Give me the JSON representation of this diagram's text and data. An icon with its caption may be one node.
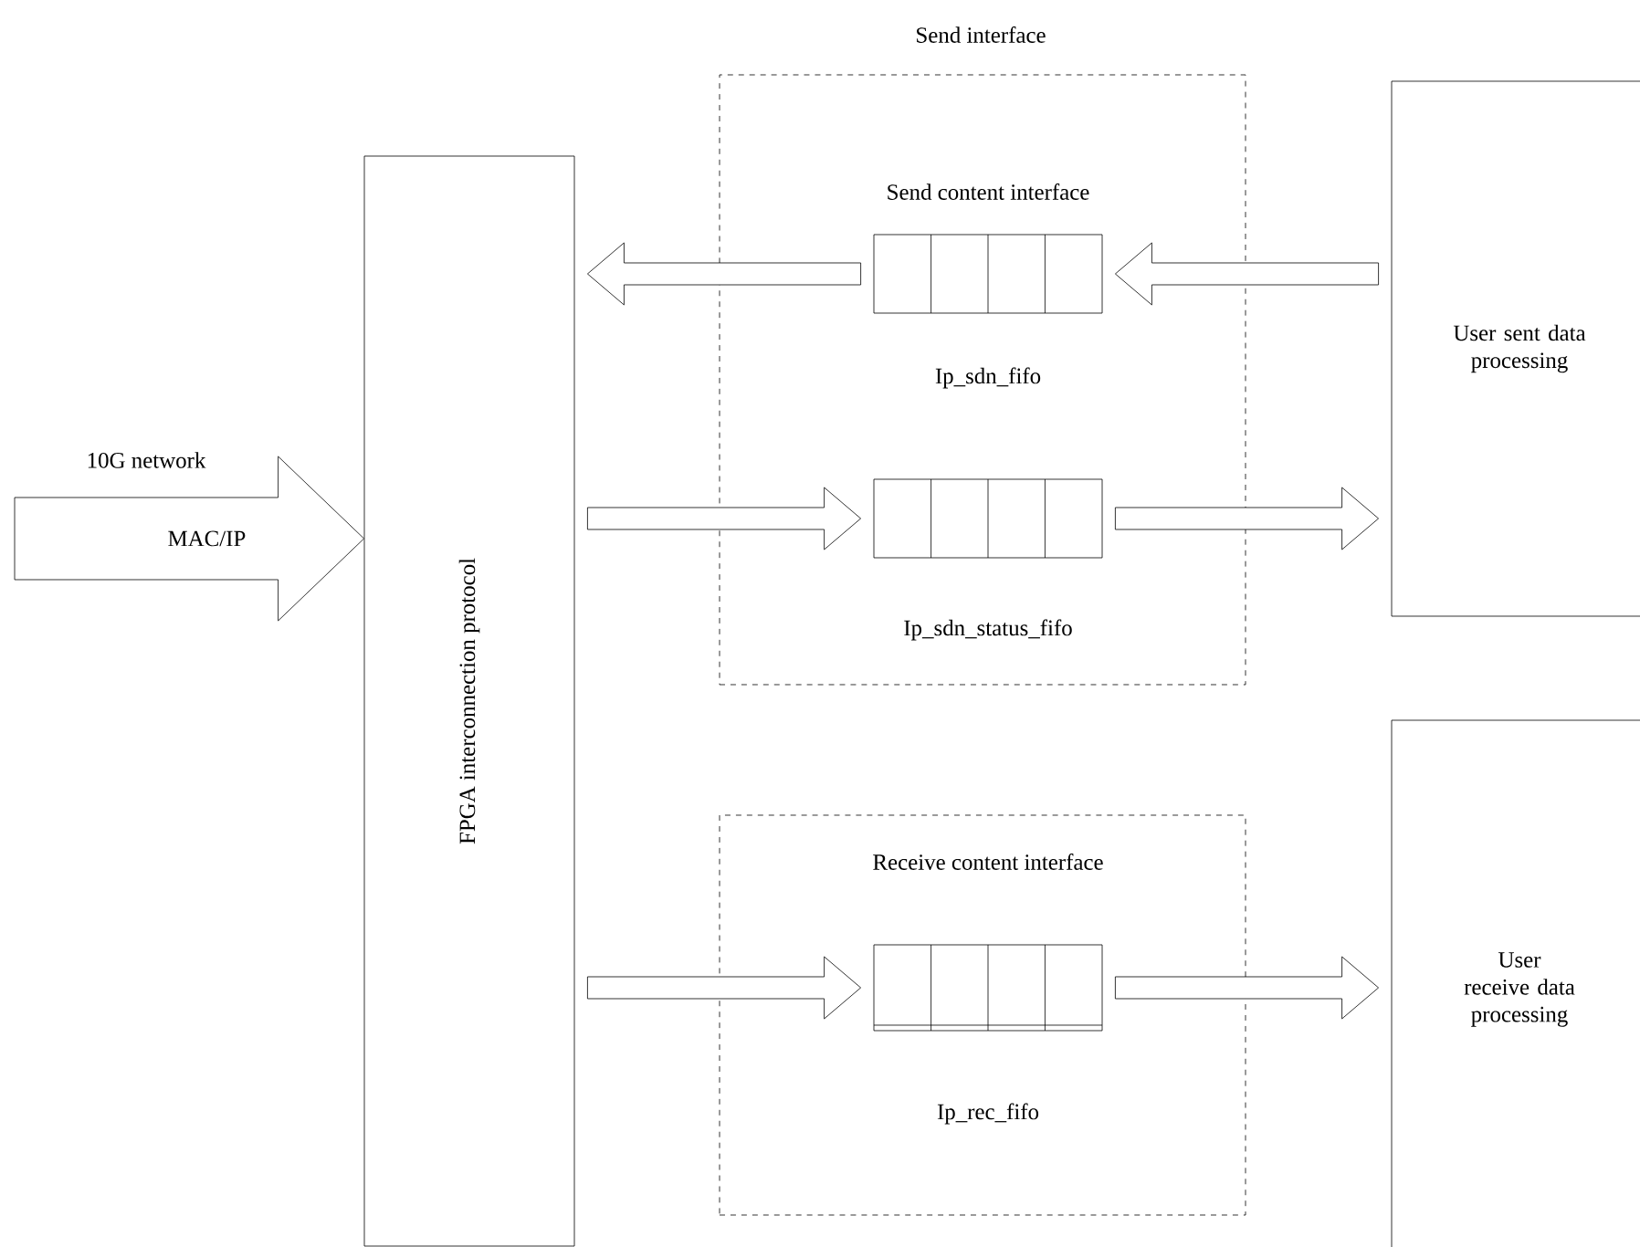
{
  "diagram": {
    "nodes": [
      {
        "text": [
          "FPGA interconnection protocol"
        ]
      },
      {
        "text": [
          "Send interface"
        ]
      },
      {
        "text": [],
        "shape": "box",
        "in": 1,
        "beside": [
          "Ip_sdn_fifo"
        ]
      },
      {
        "text": [],
        "shape": "box",
        "in": 1,
        "beside": [
          "Ip_sdn_status_fifo"
        ]
      },
      {
        "text": [
          "Receive content interface"
        ]
      },
      {
        "text": [],
        "shape": "box",
        "in": 4,
        "beside": [
          "Ip_rec_fifo"
        ]
      },
      {
        "text": [
          "User sent data processing"
        ]
      },
      {
        "text": [
          "User receive data processing"
        ]
      }
    ],
    "edges": [
      {
        "from": null,
        "to": 0,
        "arrow": "to",
        "label": "MAC/IP"
      },
      {
        "from": 6,
        "to": 2,
        "arrow": "to"
      },
      {
        "from": 2,
        "to": 0,
        "arrow": "to"
      },
      {
        "from": 0,
        "to": 3,
        "arrow": "to"
      },
      {
        "from": 3,
        "to": 6,
        "arrow": "to"
      },
      {
        "from": 0,
        "to": 5,
        "arrow": "to"
      },
      {
        "from": 5,
        "to": 7,
        "arrow": "to"
      }
    ],
    "labels": [
      "Send content interface",
      "10G network"
    ]
  }
}
